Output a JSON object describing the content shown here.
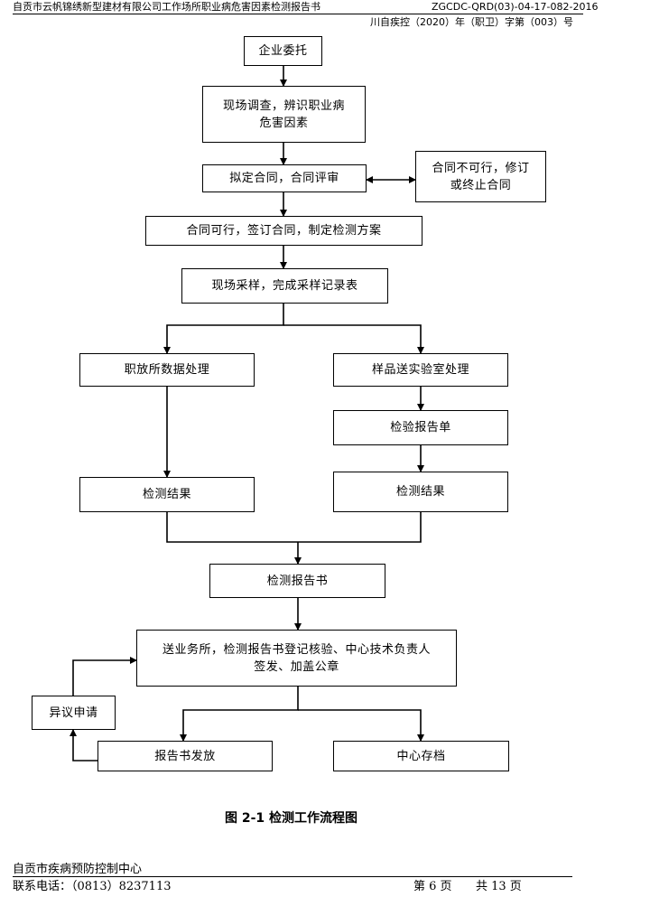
{
  "header": {
    "title": "自贡市云帆锦绣新型建材有限公司工作场所职业病危害因素检测报告书",
    "doc_code": "ZGCDC-QRD(03)-04-17-082-2016",
    "report_no": "川自疾控（2020）年（职卫）字第（003）号"
  },
  "flow": {
    "entrust": "企业委托",
    "survey": "现场调查，辨识职业病危害因素",
    "contract_review": "拟定合同，合同评审",
    "contract_reject": "合同不可行，修订或终止合同",
    "sign_contract": "合同可行，签订合同，制定检测方案",
    "sampling": "现场采样，完成采样记录表",
    "data_process": "职放所数据处理",
    "lab_process": "样品送实验室处理",
    "lab_report": "检验报告单",
    "result_left": "检测结果",
    "result_right": "检测结果",
    "report_book": "检测报告书",
    "review_sign": "送业务所，检测报告书登记核验、中心技术负责人签发、加盖公章",
    "objection": "异议申请",
    "issue": "报告书发放",
    "archive": "中心存档"
  },
  "caption": "图 2-1  检测工作流程图",
  "footer": {
    "org": "自贡市疾病预防控制中心",
    "contact": "联系电话：（0813）8237113",
    "page": "第 6 页",
    "total": "共 13 页"
  }
}
